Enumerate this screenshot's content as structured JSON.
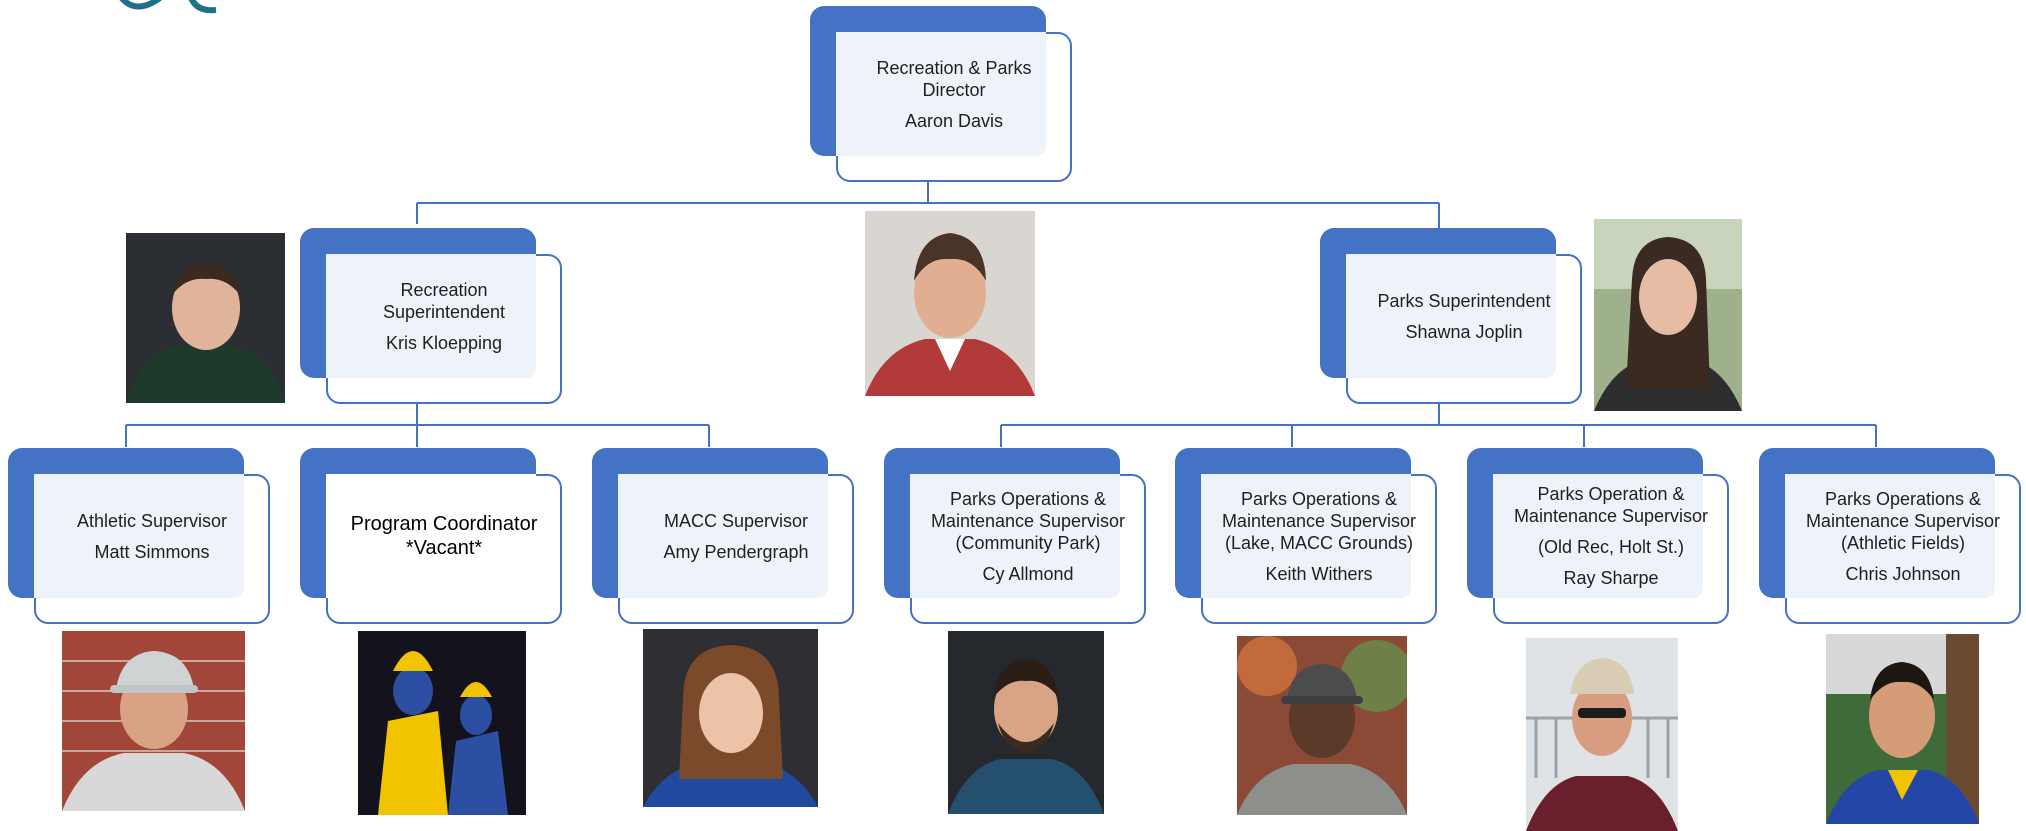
{
  "colors": {
    "box_accent": "#4472c4",
    "box_border": "#4472c4",
    "box_overlap": "#eef2f9",
    "connector": "#4472c4",
    "logo": "#1f6f8b"
  },
  "org_chart": {
    "director": {
      "title_lines": [
        "Recreation & Parks",
        "Director"
      ],
      "name": "Aaron Davis"
    },
    "recreation": {
      "title_lines": [
        "Recreation",
        "Superintendent"
      ],
      "name": "Kris Kloepping"
    },
    "parks": {
      "title_lines": [
        "Parks Superintendent"
      ],
      "name": "Shawna Joplin"
    },
    "recreation_staff": [
      {
        "title_lines": [
          "Athletic Supervisor"
        ],
        "name": "Matt Simmons"
      },
      {
        "title_lines": [
          "Program Coordinator"
        ],
        "name": "*Vacant*"
      },
      {
        "title_lines": [
          "MACC Supervisor"
        ],
        "name": "Amy Pendergraph"
      }
    ],
    "parks_staff": [
      {
        "title_lines": [
          "Parks Operations &",
          "Maintenance Supervisor",
          "(Community Park)"
        ],
        "name": "Cy Allmond"
      },
      {
        "title_lines": [
          "Parks Operations &",
          "Maintenance Supervisor",
          "(Lake, MACC Grounds)"
        ],
        "name": "Keith Withers"
      },
      {
        "title_lines": [
          "Parks Operation &",
          "Maintenance Supervisor",
          "",
          "(Old Rec, Holt St.)"
        ],
        "name": "Ray Sharpe"
      },
      {
        "title_lines": [
          "Parks Operations &",
          "Maintenance Supervisor",
          "(Athletic Fields)"
        ],
        "name": "Chris Johnson"
      }
    ]
  }
}
